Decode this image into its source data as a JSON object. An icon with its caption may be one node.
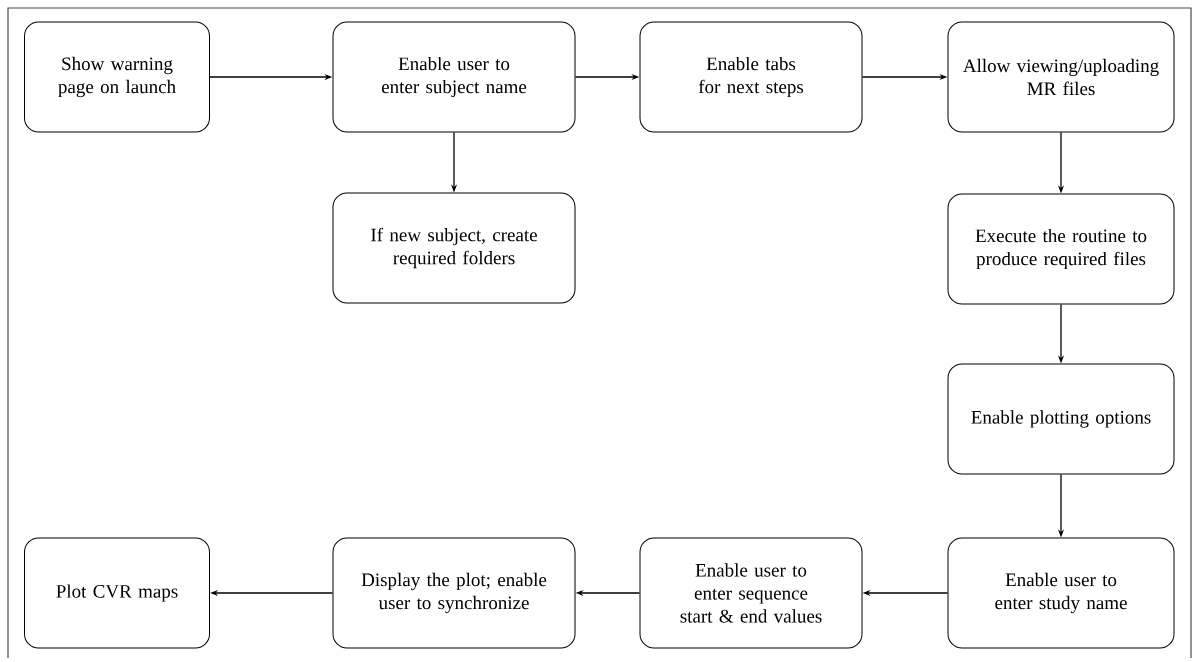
{
  "diagram": {
    "nodes": [
      {
        "text": [
          "Show warning page on launch"
        ]
      },
      {
        "text": [
          "Enable user to enter subject name"
        ]
      },
      {
        "text": [
          "Enable tabs for next steps"
        ]
      },
      {
        "text": [
          "Allow viewing/uploading MR files"
        ]
      },
      {
        "text": [
          "If new subject, create required folders"
        ]
      },
      {
        "text": [
          "Execute the routine to produce required files"
        ]
      },
      {
        "text": [
          "Enable plotting options"
        ]
      },
      {
        "text": [
          "Enable user to enter study name"
        ]
      },
      {
        "text": [
          "Enable user to enter sequence start & end values"
        ]
      },
      {
        "text": [
          "Display the plot; enable user to synchronize"
        ]
      },
      {
        "text": [
          "Plot CVR maps"
        ]
      }
    ],
    "edges": [
      {
        "from": 0,
        "to": 1,
        "arrow": "to"
      },
      {
        "from": 1,
        "to": 2,
        "arrow": "to"
      },
      {
        "from": 2,
        "to": 3,
        "arrow": "to"
      },
      {
        "from": 1,
        "to": 4,
        "arrow": "to"
      },
      {
        "from": 3,
        "to": 5,
        "arrow": "to"
      },
      {
        "from": 5,
        "to": 6,
        "arrow": "to"
      },
      {
        "from": 6,
        "to": 7,
        "arrow": "to"
      },
      {
        "from": 7,
        "to": 8,
        "arrow": "to"
      },
      {
        "from": 8,
        "to": 9,
        "arrow": "to"
      },
      {
        "from": 9,
        "to": 10,
        "arrow": "to"
      }
    ]
  }
}
